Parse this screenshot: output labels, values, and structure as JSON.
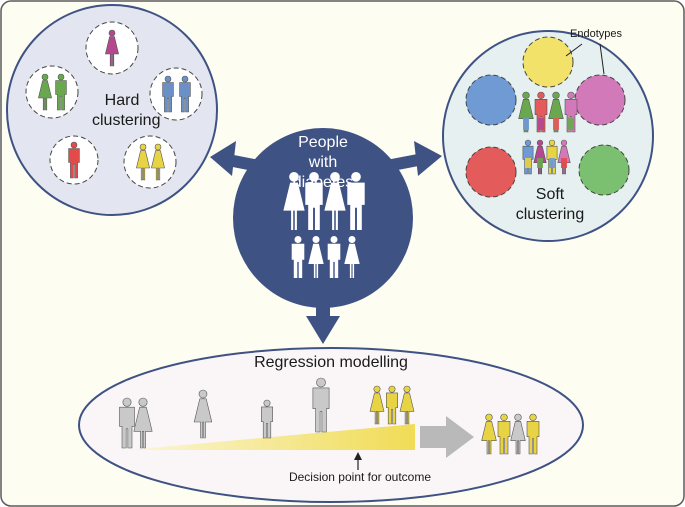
{
  "center": {
    "title": "People with diabetes"
  },
  "hard_clustering": {
    "label": "Hard clustering"
  },
  "soft_clustering": {
    "label": "Soft clustering",
    "endotypes_label": "Endotypes"
  },
  "regression": {
    "title": "Regression modelling",
    "decision_label": "Decision point for outcome"
  },
  "colors": {
    "background": "#fdfdf2",
    "frame": "#5b5b5b",
    "navy": "#3f5284",
    "hard_panel": "#e3e6f0",
    "soft_panel": "#e6f0f0",
    "regression_panel": "#faf6f8",
    "cluster_magenta": "#b4478f",
    "cluster_green": "#6aa84f",
    "cluster_blue": "#6b8fc7",
    "cluster_red": "#e34b4b",
    "cluster_yellow": "#e8d344",
    "endotype_yellow": "#f2e26a",
    "endotype_pink": "#d27ab9",
    "endotype_blue": "#6f9ad3",
    "endotype_red": "#e45b5b",
    "endotype_green": "#7bc070",
    "person_grey": "#c9c9c9",
    "arrow_grey": "#b9b9b9"
  },
  "icons": {
    "person": "person-icon",
    "arrow": "arrow-icon",
    "decision_pointer": "up-arrow-icon"
  }
}
